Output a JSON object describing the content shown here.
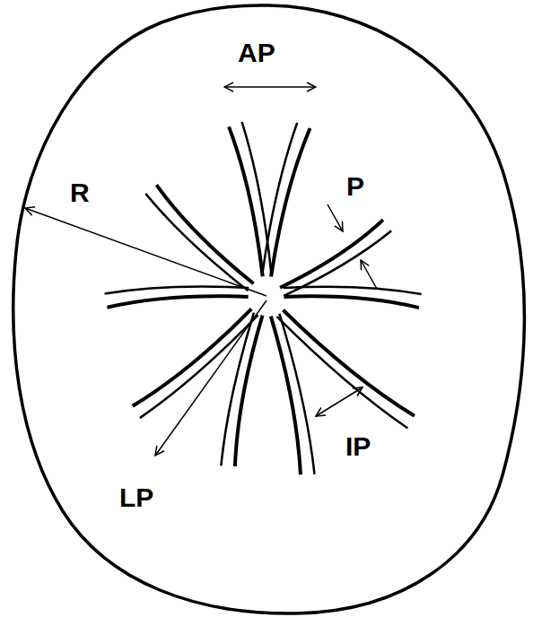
{
  "diagram": {
    "labels": [
      "AP",
      "R",
      "P",
      "LP",
      "IP"
    ]
  }
}
